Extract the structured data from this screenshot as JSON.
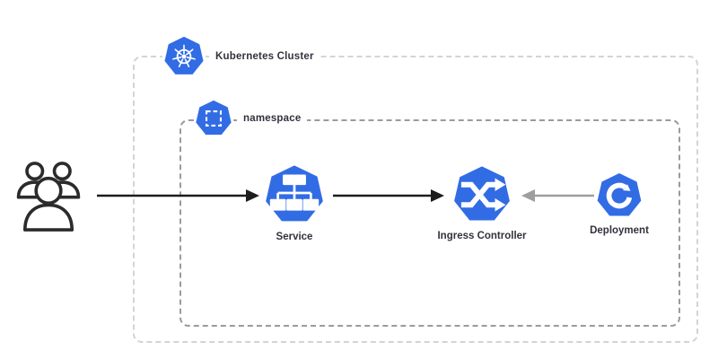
{
  "diagram": {
    "cluster": {
      "label": "Kubernetes Cluster"
    },
    "namespace": {
      "label": "namespace"
    },
    "nodes": {
      "users": {
        "label": ""
      },
      "service": {
        "label": "Service"
      },
      "ingress": {
        "label": "Ingress Controller"
      },
      "deployment": {
        "label": "Deployment"
      }
    },
    "edges": [
      {
        "from": "users",
        "to": "service",
        "color": "#1d1d1d",
        "direction": "right"
      },
      {
        "from": "service",
        "to": "ingress",
        "color": "#1d1d1d",
        "direction": "right"
      },
      {
        "from": "deployment",
        "to": "ingress",
        "color": "#9e9e9e",
        "direction": "left"
      }
    ],
    "colors": {
      "kubernetes_blue": "#326CE5",
      "cluster_border": "#d4d4d4",
      "namespace_border": "#9b9b9b",
      "label_text": "#32323e",
      "arrow_black": "#1d1d1d",
      "arrow_gray": "#9e9e9e",
      "users_outline": "#2b2b2b",
      "background": "#ffffff"
    }
  }
}
